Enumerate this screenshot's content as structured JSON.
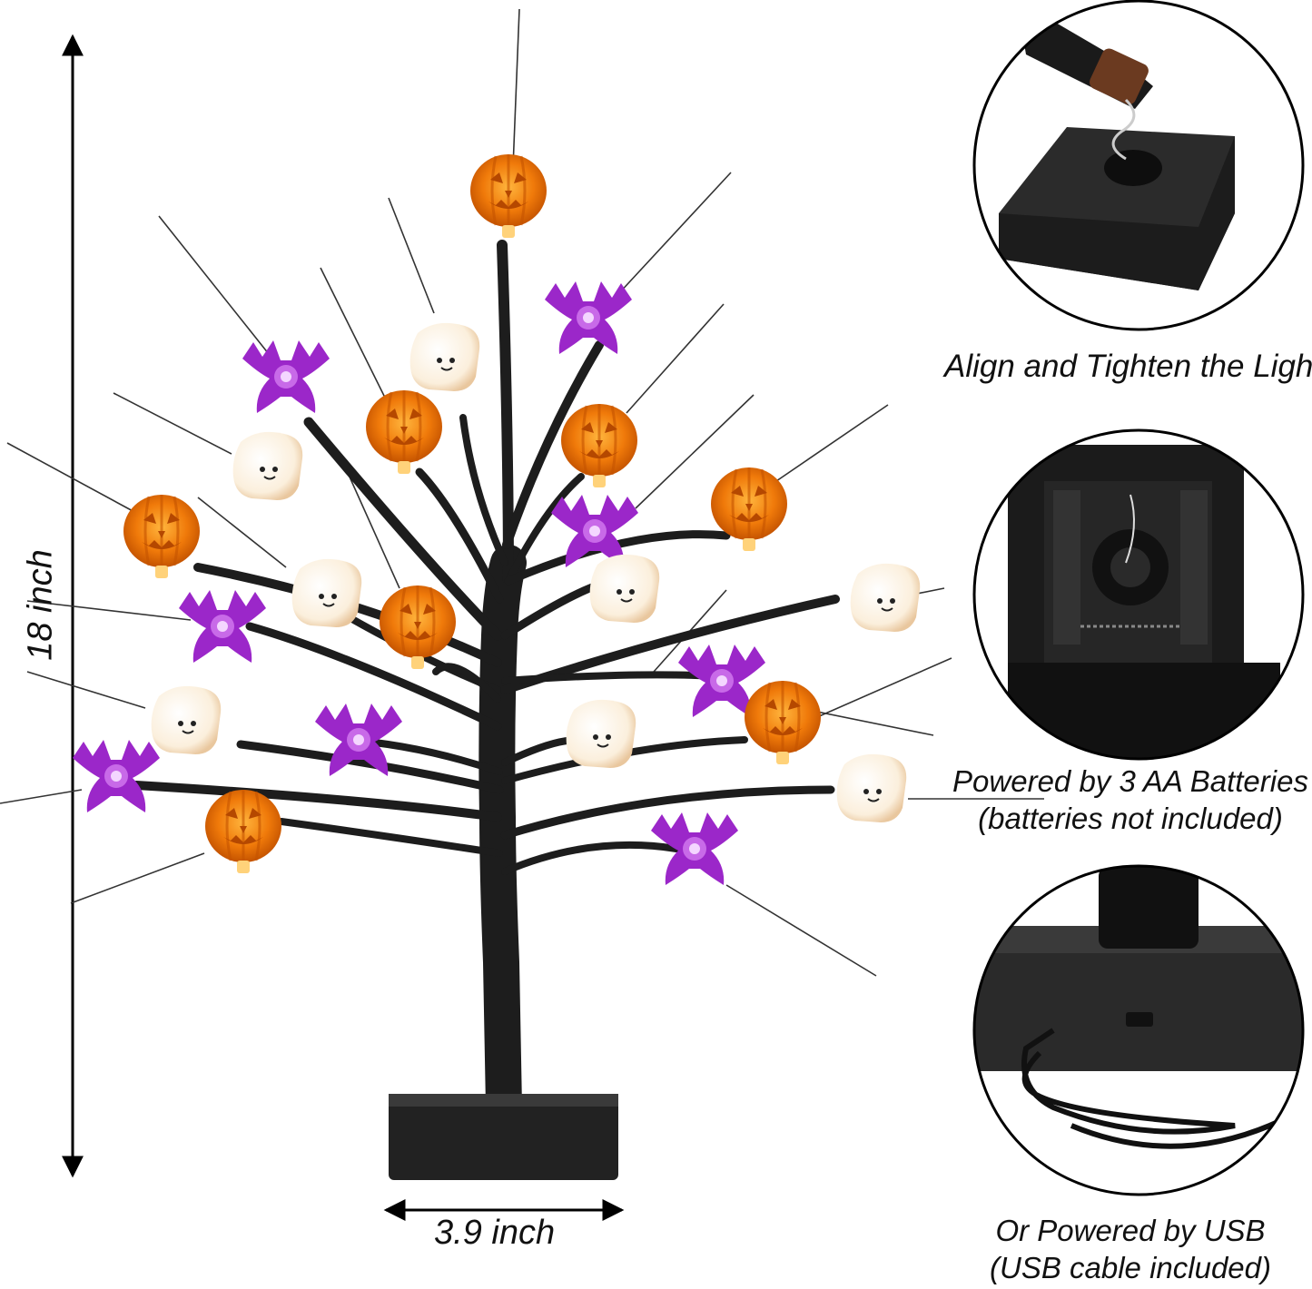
{
  "dimensions": {
    "height_label": "18 inch",
    "width_label": "3.9 inch"
  },
  "callouts": [
    {
      "lines": [
        "Align and Tighten the Light"
      ]
    },
    {
      "lines": [
        "Powered by 3 AA Batteries",
        "(batteries not included)"
      ]
    },
    {
      "lines": [
        "Or Powered by USB",
        "(USB cable included)"
      ]
    }
  ],
  "colors": {
    "pumpkin": "#f07a0a",
    "pumpkin_dark": "#c45300",
    "bat": "#9b27c9",
    "bat_light": "#c86ae8",
    "ghost": "#fbf3e6",
    "branch": "#1d1d1d",
    "base": "#222222"
  }
}
